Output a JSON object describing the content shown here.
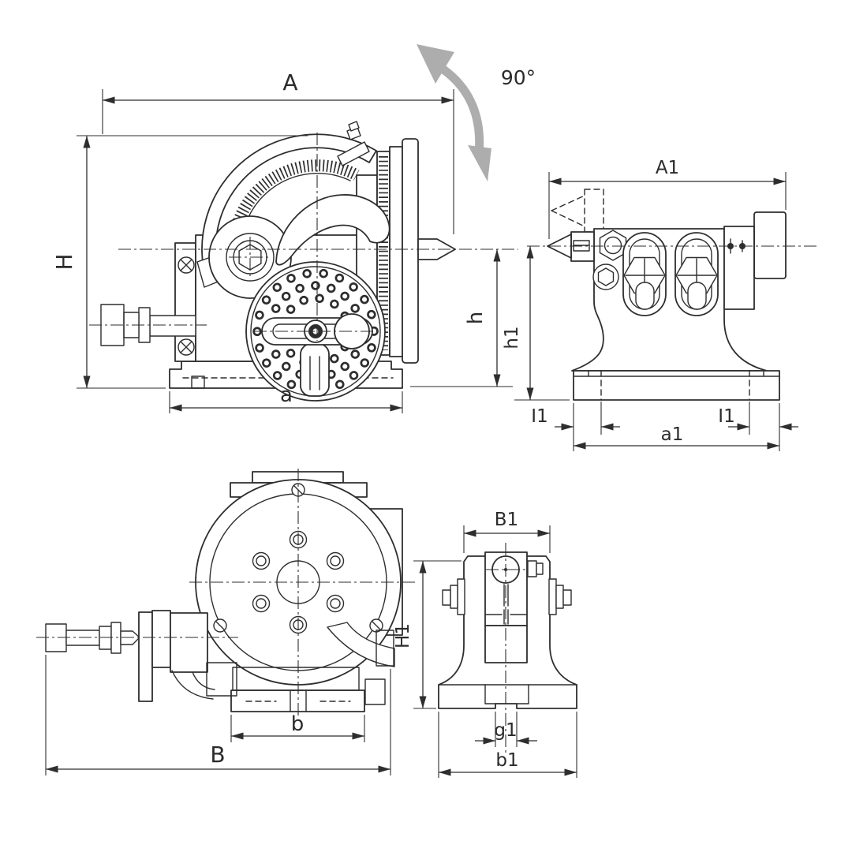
{
  "drawing": {
    "colors": {
      "background": "#ffffff",
      "line": "#2e2e2e",
      "rotation_arrow": "#adadad"
    },
    "labels": {
      "rotation_angle": "90°",
      "view1": {
        "A": "A",
        "H": "H",
        "h": "h",
        "a": "a"
      },
      "view2": {
        "A1": "A1",
        "h1": "h1",
        "I1_left": "I1",
        "I1_right": "I1",
        "a1": "a1"
      },
      "view3": {
        "b": "b",
        "B": "B"
      },
      "view4": {
        "B1": "B1",
        "H1": "H1",
        "g1": "g1",
        "b1": "b1"
      }
    }
  }
}
